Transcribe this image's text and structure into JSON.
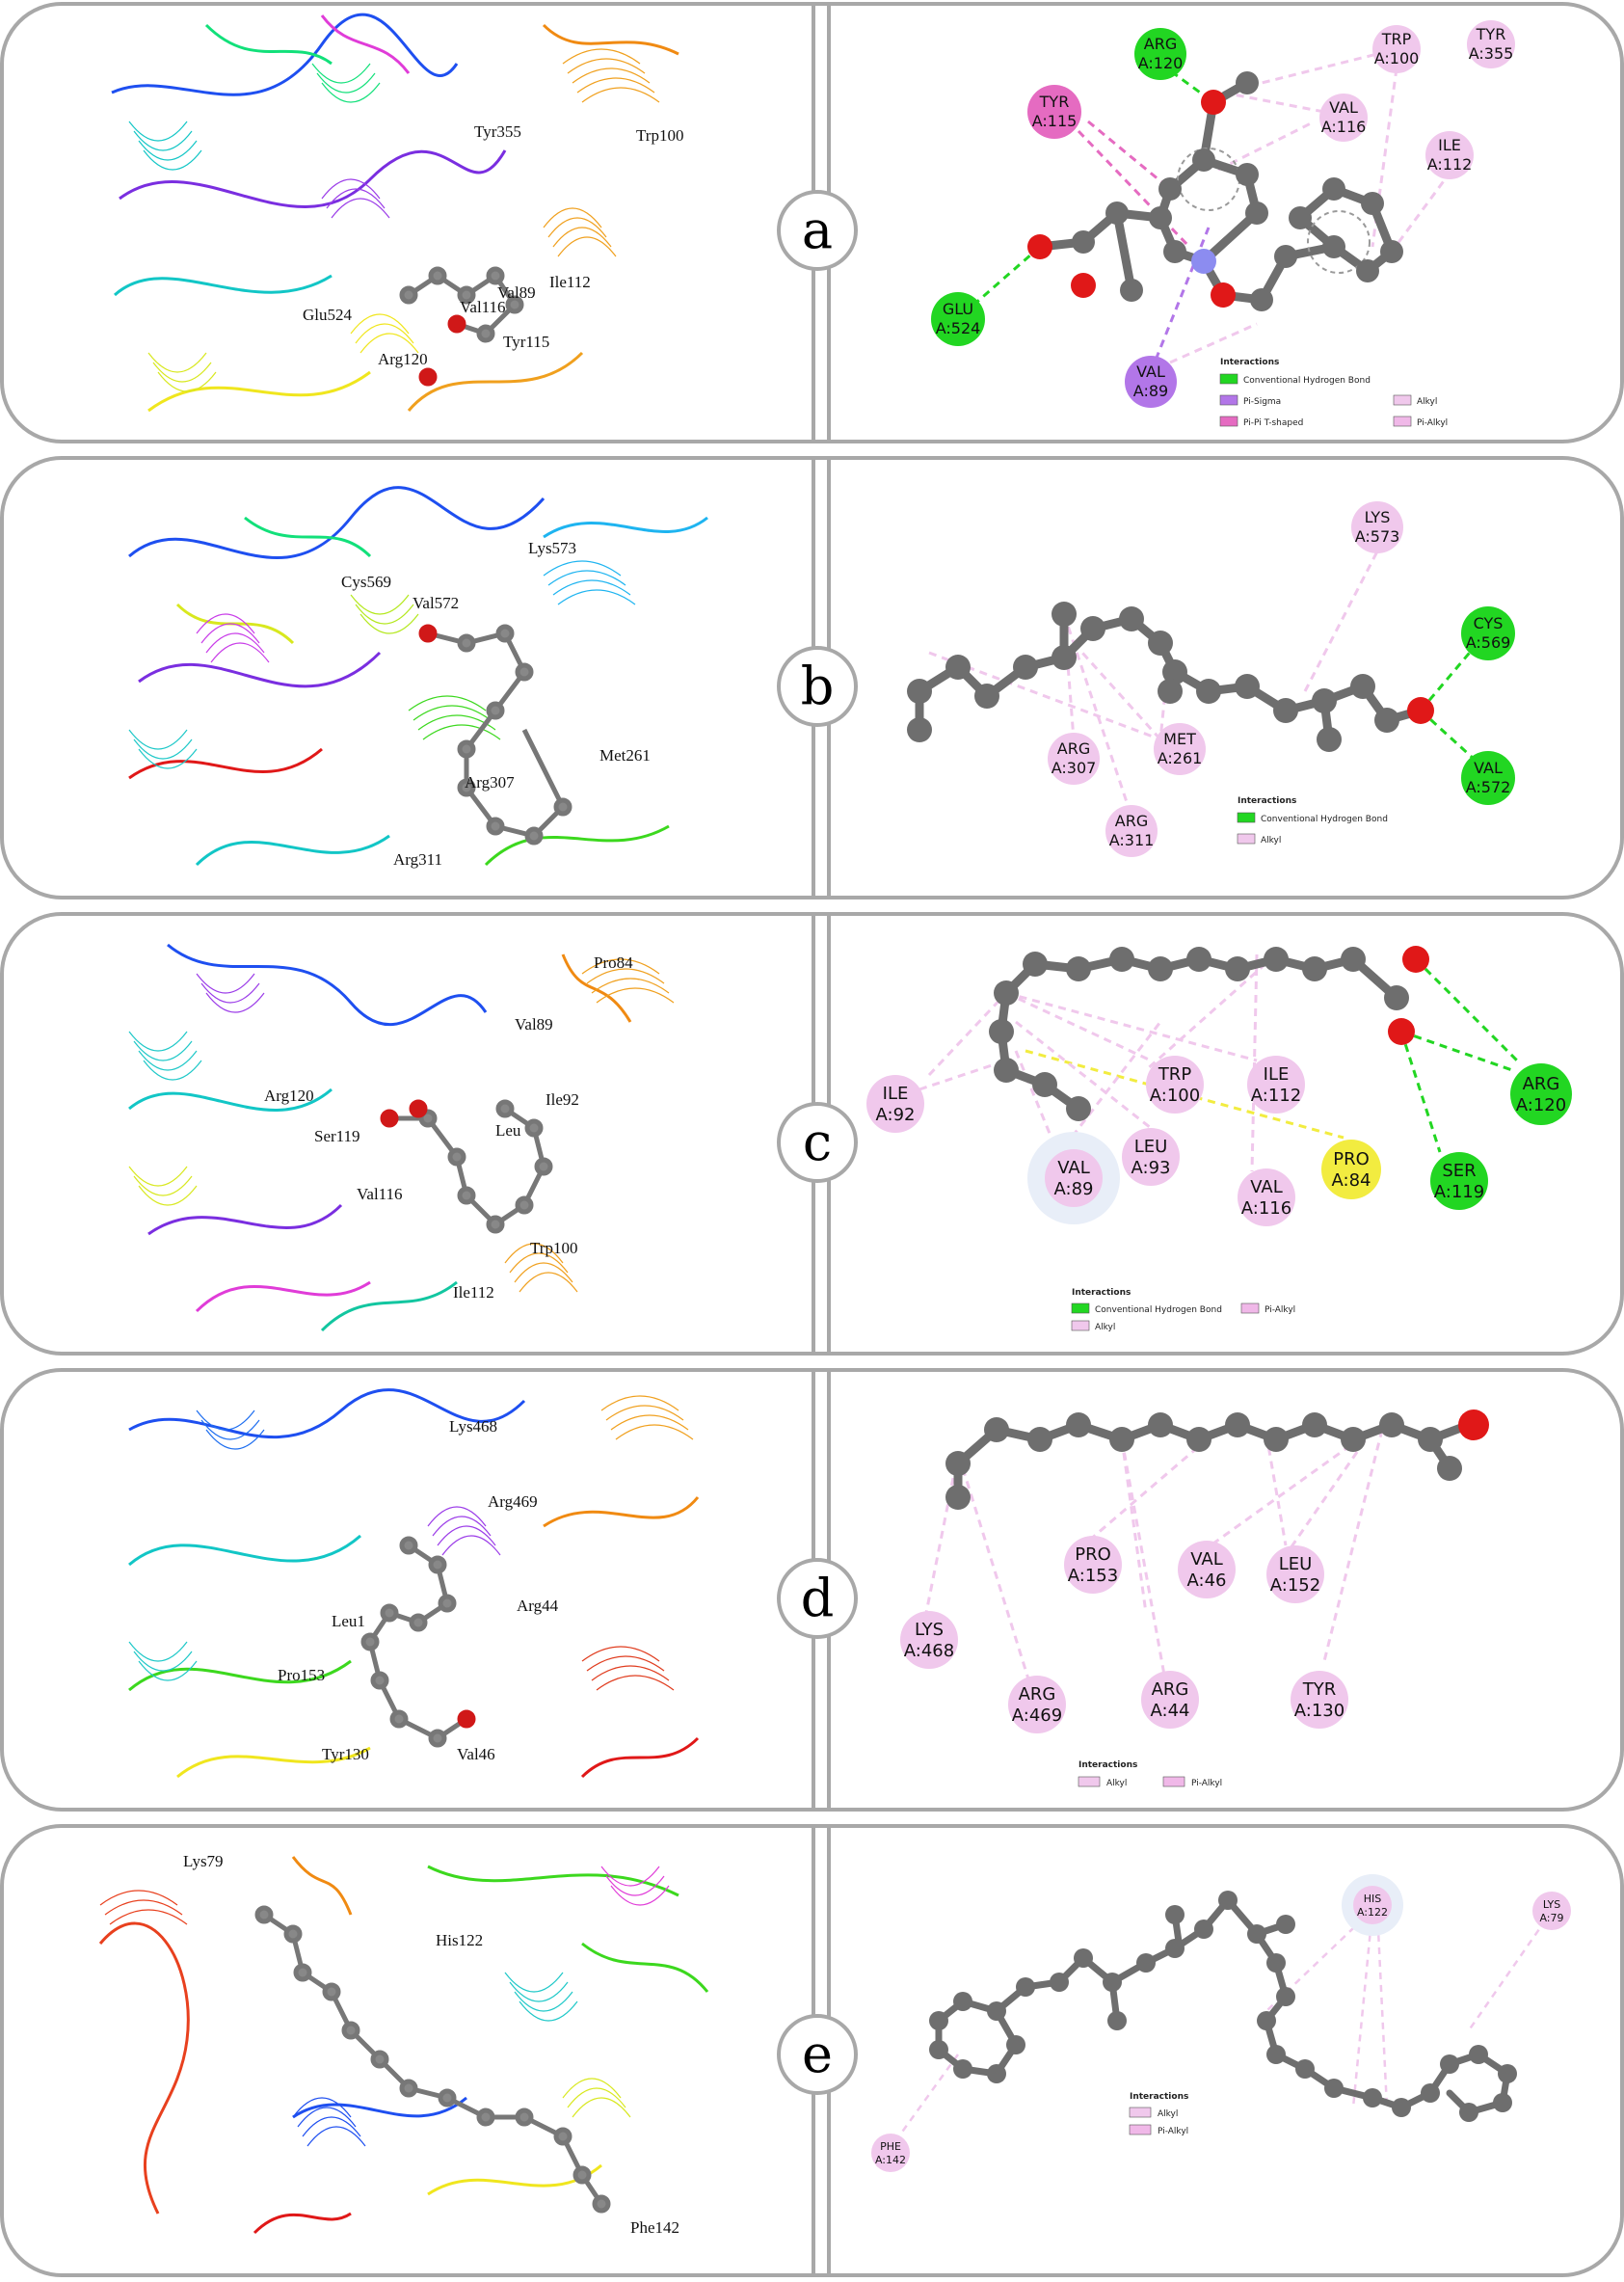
{
  "colors": {
    "frame": "#a8a8a8",
    "hbond": "#22d622",
    "alkyl": "#f0c8ec",
    "pisigma": "#b276e8",
    "pipi": "#e56bc1",
    "pialkyl": "#f0b8e8",
    "pianion": "#f2ec40",
    "atom_c": "#7a7a7a",
    "atom_o": "#e01818",
    "atom_n": "#8c8cf0"
  },
  "panels": [
    {
      "letter": "a",
      "labels3d": [
        "Tyr355",
        "Trp100",
        "Ile112",
        "Val89",
        "Val116",
        "Tyr115",
        "Glu524",
        "Arg120"
      ],
      "residues": [
        {
          "name": "ARG",
          "id": "A:120",
          "kind": "hbond"
        },
        {
          "name": "TRP",
          "id": "A:100",
          "kind": "alkyl"
        },
        {
          "name": "TYR",
          "id": "A:355",
          "kind": "alkyl"
        },
        {
          "name": "TYR",
          "id": "A:115",
          "kind": "pipi"
        },
        {
          "name": "VAL",
          "id": "A:116",
          "kind": "alkyl"
        },
        {
          "name": "ILE",
          "id": "A:112",
          "kind": "alkyl"
        },
        {
          "name": "GLU",
          "id": "A:524",
          "kind": "hbond"
        },
        {
          "name": "VAL",
          "id": "A:89",
          "kind": "pisigma"
        }
      ],
      "legend": {
        "title": "Interactions",
        "items": [
          "Conventional Hydrogen Bond",
          "Pi-Sigma",
          "Pi-Pi T-shaped",
          "Alkyl",
          "Pi-Alkyl"
        ]
      }
    },
    {
      "letter": "b",
      "labels3d": [
        "Lys573",
        "Cys569",
        "Val572",
        "Met261",
        "Arg307",
        "Arg311"
      ],
      "residues": [
        {
          "name": "LYS",
          "id": "A:573",
          "kind": "alkyl"
        },
        {
          "name": "CYS",
          "id": "A:569",
          "kind": "hbond"
        },
        {
          "name": "ARG",
          "id": "A:307",
          "kind": "alkyl"
        },
        {
          "name": "MET",
          "id": "A:261",
          "kind": "alkyl"
        },
        {
          "name": "ARG",
          "id": "A:311",
          "kind": "alkyl"
        },
        {
          "name": "VAL",
          "id": "A:572",
          "kind": "hbond"
        }
      ],
      "legend": {
        "title": "Interactions",
        "items": [
          "Conventional Hydrogen Bond",
          "Alkyl"
        ]
      }
    },
    {
      "letter": "c",
      "labels3d": [
        "Pro84",
        "Val89",
        "Ile92",
        "Leu",
        "Arg120",
        "Ser119",
        "Val116",
        "Trp100",
        "Ile112"
      ],
      "residues": [
        {
          "name": "ILE",
          "id": "A:92",
          "kind": "alkyl"
        },
        {
          "name": "TRP",
          "id": "A:100",
          "kind": "alkyl"
        },
        {
          "name": "ILE",
          "id": "A:112",
          "kind": "alkyl"
        },
        {
          "name": "ARG",
          "id": "A:120",
          "kind": "hbond"
        },
        {
          "name": "PRO",
          "id": "A:84",
          "kind": "pianion"
        },
        {
          "name": "SER",
          "id": "A:119",
          "kind": "hbond"
        },
        {
          "name": "LEU",
          "id": "A:93",
          "kind": "alkyl"
        },
        {
          "name": "VAL",
          "id": "A:89",
          "kind": "alkyl"
        },
        {
          "name": "VAL",
          "id": "A:116",
          "kind": "alkyl"
        }
      ],
      "legend": {
        "title": "Interactions",
        "items": [
          "Conventional Hydrogen Bond",
          "Alkyl",
          "Pi-Alkyl"
        ]
      }
    },
    {
      "letter": "d",
      "labels3d": [
        "Lys468",
        "Arg469",
        "Leu1",
        "Arg44",
        "Pro153",
        "Tyr130",
        "Val46"
      ],
      "residues": [
        {
          "name": "PRO",
          "id": "A:153",
          "kind": "alkyl"
        },
        {
          "name": "VAL",
          "id": "A:46",
          "kind": "alkyl"
        },
        {
          "name": "LEU",
          "id": "A:152",
          "kind": "alkyl"
        },
        {
          "name": "LYS",
          "id": "A:468",
          "kind": "alkyl"
        },
        {
          "name": "ARG",
          "id": "A:469",
          "kind": "alkyl"
        },
        {
          "name": "ARG",
          "id": "A:44",
          "kind": "alkyl"
        },
        {
          "name": "TYR",
          "id": "A:130",
          "kind": "alkyl"
        }
      ],
      "legend": {
        "title": "Interactions",
        "items": [
          "Alkyl",
          "Pi-Alkyl"
        ]
      }
    },
    {
      "letter": "e",
      "labels3d": [
        "Lys79",
        "His122",
        "Phe142"
      ],
      "residues": [
        {
          "name": "HIS",
          "id": "A:122",
          "kind": "alkyl"
        },
        {
          "name": "LYS",
          "id": "A:79",
          "kind": "alkyl"
        },
        {
          "name": "PHE",
          "id": "A:142",
          "kind": "alkyl"
        }
      ],
      "legend": {
        "title": "Interactions",
        "items": [
          "Alkyl",
          "Pi-Alkyl"
        ]
      }
    }
  ]
}
